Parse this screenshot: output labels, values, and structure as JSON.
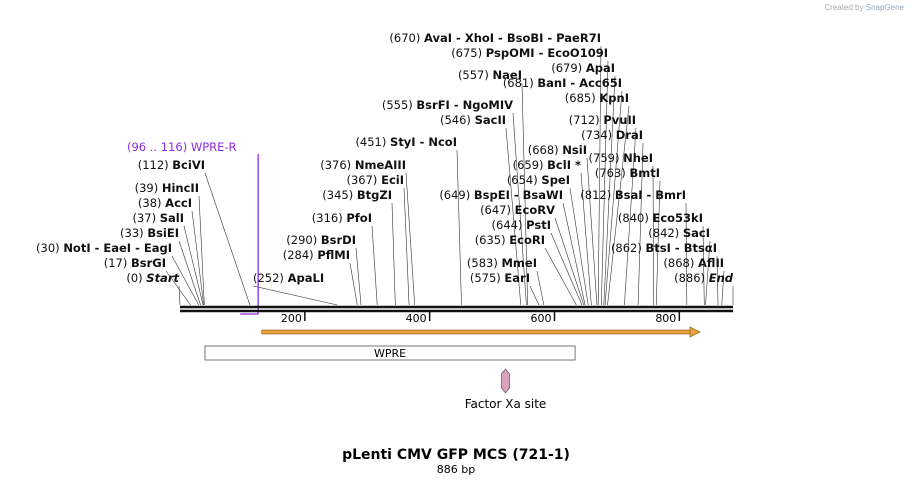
{
  "credit": {
    "prefix": "Created by",
    "brand": "SnapGene"
  },
  "title": "pLenti CMV GFP MCS (721-1)",
  "length_label": "886 bp",
  "sequence_length": 886,
  "ruler_ticks": [
    200,
    400,
    600,
    800
  ],
  "primer": {
    "range": "(96 .. 116)",
    "name": "WPRE-R",
    "start": 96,
    "end": 116,
    "color": "#8a2be2"
  },
  "features": [
    {
      "name": "WPRE",
      "start": 40,
      "end": 633,
      "type": "box"
    },
    {
      "name": "Factor Xa site",
      "start": 516,
      "end": 527,
      "type": "arrow",
      "color": "#d9a3bd"
    }
  ],
  "orf": {
    "start": 131,
    "end": 830,
    "color": "#e8a33c"
  },
  "enzymes": [
    {
      "pos": "(0)",
      "name": "Start",
      "site": 0,
      "italic": true
    },
    {
      "pos": "(17)",
      "name": "BsrGI",
      "site": 17
    },
    {
      "pos": "(30)",
      "name": "NotI  -  EaeI  -  EagI",
      "site": 30
    },
    {
      "pos": "(33)",
      "name": "BsiEI",
      "site": 33
    },
    {
      "pos": "(37)",
      "name": "SalI",
      "site": 37
    },
    {
      "pos": "(38)",
      "name": "AccI",
      "site": 38
    },
    {
      "pos": "(39)",
      "name": "HincII",
      "site": 39
    },
    {
      "pos": "(112)",
      "name": "BciVI",
      "site": 112
    },
    {
      "pos": "(252)",
      "name": "ApaLI",
      "site": 252
    },
    {
      "pos": "(284)",
      "name": "PflMI",
      "site": 284
    },
    {
      "pos": "(290)",
      "name": "BsrDI",
      "site": 290
    },
    {
      "pos": "(316)",
      "name": "PfoI",
      "site": 316
    },
    {
      "pos": "(345)",
      "name": "BtgZI",
      "site": 345
    },
    {
      "pos": "(367)",
      "name": "EciI",
      "site": 367
    },
    {
      "pos": "(376)",
      "name": "NmeAIII",
      "site": 376
    },
    {
      "pos": "(451)",
      "name": "StyI  -  NcoI",
      "site": 451
    },
    {
      "pos": "(555)",
      "name": "BsrFI  -  NgoMIV",
      "site": 555
    },
    {
      "pos": "(546)",
      "name": "SacII",
      "site": 546
    },
    {
      "pos": "(557)",
      "name": "NaeI",
      "site": 557
    },
    {
      "pos": "(575)",
      "name": "EarI",
      "site": 575
    },
    {
      "pos": "(583)",
      "name": "MmeI",
      "site": 583
    },
    {
      "pos": "(635)",
      "name": "EcoRI",
      "site": 635
    },
    {
      "pos": "(644)",
      "name": "PstI",
      "site": 644
    },
    {
      "pos": "(647)",
      "name": "EcoRV",
      "site": 647
    },
    {
      "pos": "(649)",
      "name": "BspEI  -  BsaWI",
      "site": 649
    },
    {
      "pos": "(654)",
      "name": "SpeI",
      "site": 654
    },
    {
      "pos": "(659)",
      "name": "BclI *",
      "site": 659
    },
    {
      "pos": "(668)",
      "name": "NsiI",
      "site": 668
    },
    {
      "pos": "(670)",
      "name": "AvaI  -  XhoI  -  BsoBI  -  PaeR7I",
      "site": 670
    },
    {
      "pos": "(675)",
      "name": "PspOMI  -  EcoO109I",
      "site": 675
    },
    {
      "pos": "(679)",
      "name": "ApaI",
      "site": 679
    },
    {
      "pos": "(681)",
      "name": "BanI  -  Acc65I",
      "site": 681
    },
    {
      "pos": "(685)",
      "name": "KpnI",
      "site": 685
    },
    {
      "pos": "(712)",
      "name": "PvuII",
      "site": 712
    },
    {
      "pos": "(734)",
      "name": "DraI",
      "site": 734
    },
    {
      "pos": "(759)",
      "name": "NheI",
      "site": 759
    },
    {
      "pos": "(763)",
      "name": "BmtI",
      "site": 763
    },
    {
      "pos": "(812)",
      "name": "BsaI  -  BmrI",
      "site": 812
    },
    {
      "pos": "(840)",
      "name": "Eco53kI",
      "site": 840
    },
    {
      "pos": "(842)",
      "name": "SacI",
      "site": 842
    },
    {
      "pos": "(862)",
      "name": "BtsI  -  BtsαI",
      "site": 862
    },
    {
      "pos": "(868)",
      "name": "AflII",
      "site": 868
    },
    {
      "pos": "(886)",
      "name": "End",
      "site": 886,
      "italic": true
    }
  ]
}
